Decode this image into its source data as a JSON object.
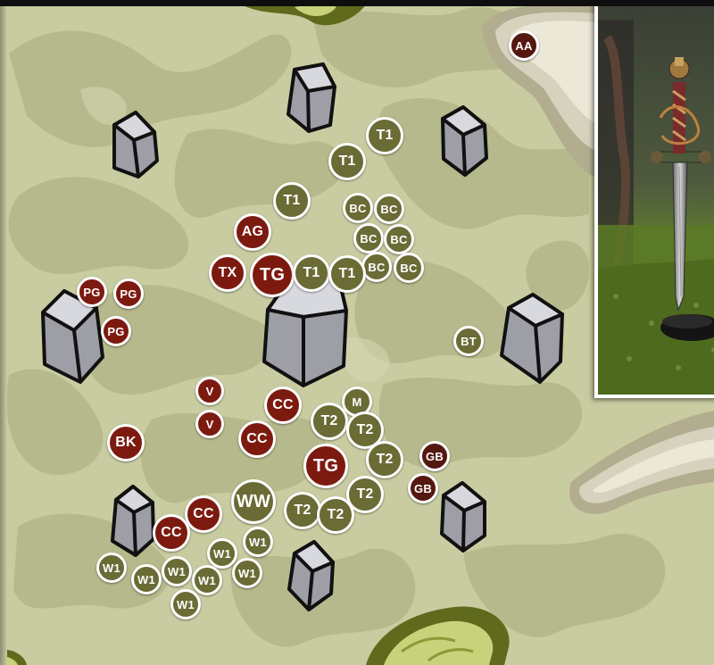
{
  "map": {
    "background_color": "#c9cca0",
    "camo_color": "#b4b88a",
    "river_color": "#ece8d8",
    "forest_color": "#c8d27a"
  },
  "colors": {
    "red": "#7d1a10",
    "olive": "#6a6b35",
    "dark": "#541810",
    "border": "#ffffff",
    "rock_fill": "#b8b9bf"
  },
  "tokens": {
    "aa": "AA",
    "t1_a": "T1",
    "t1_b": "T1",
    "t1_c": "T1",
    "t1_d": "T1",
    "t1_e": "T1",
    "bc_1": "BC",
    "bc_2": "BC",
    "bc_3": "BC",
    "bc_4": "BC",
    "bc_5": "BC",
    "bc_6": "BC",
    "ag": "AG",
    "tx": "TX",
    "tg_top": "TG",
    "pg_1": "PG",
    "pg_2": "PG",
    "pg_3": "PG",
    "bt": "BT",
    "v_1": "V",
    "v_2": "V",
    "cc_1": "CC",
    "cc_2": "CC",
    "cc_3": "CC",
    "cc_4": "CC",
    "bk": "BK",
    "m": "M",
    "t2_1": "T2",
    "t2_2": "T2",
    "t2_3": "T2",
    "t2_4": "T2",
    "t2_5": "T2",
    "t2_6": "T2",
    "tg_bottom": "TG",
    "gb_1": "GB",
    "gb_2": "GB",
    "ww": "WW",
    "w1_1": "W1",
    "w1_2": "W1",
    "w1_3": "W1",
    "w1_4": "W1",
    "w1_5": "W1",
    "w1_6": "W1",
    "w1_7": "W1",
    "w1_8": "W1"
  },
  "photo": {
    "subject": "sword-miniature"
  }
}
